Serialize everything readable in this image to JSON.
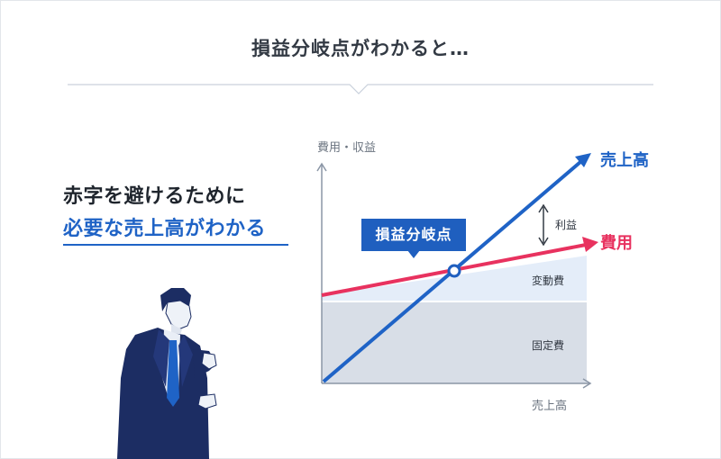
{
  "header": {
    "title": "損益分岐点がわかると…"
  },
  "left_text": {
    "line1": "赤字を避けるために",
    "line2": "必要な売上高がわかる"
  },
  "chart_data": {
    "type": "line",
    "title": "",
    "ylabel": "費用・収益",
    "xlabel": "売上高",
    "series": [
      {
        "name": "売上高",
        "color": "#1f63c6"
      },
      {
        "name": "費用",
        "color": "#e8325f"
      }
    ],
    "areas": [
      {
        "label": "変動費",
        "color": "#e4edf9"
      },
      {
        "label": "固定費",
        "color": "#d8dee7"
      }
    ],
    "annotations": {
      "break_even_point": "損益分岐点",
      "profit": "利益"
    }
  },
  "colors": {
    "accent_blue": "#1f63c6",
    "cost_pink": "#e8325f",
    "suit_navy": "#1c2d63"
  }
}
